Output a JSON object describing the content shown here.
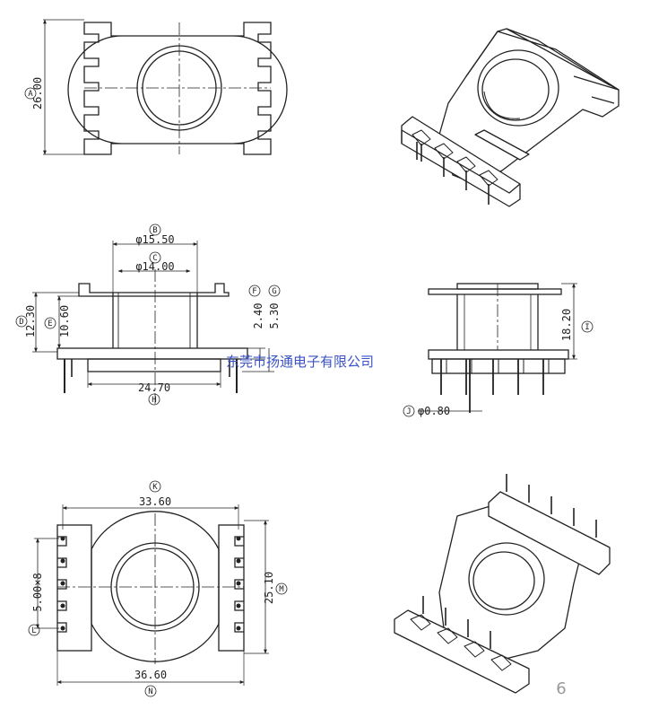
{
  "dims": {
    "A": "26.00",
    "B": "φ15.50",
    "C": "φ14.00",
    "D": "12.30",
    "E": "10.60",
    "F": "2.40",
    "G": "5.30",
    "H": "24.70",
    "I": "18.20",
    "J": "φ0.80",
    "K": "33.60",
    "L": "5.00×8",
    "M": "25.10",
    "N": "36.60"
  },
  "tags": {
    "A": "A",
    "B": "B",
    "C": "C",
    "D": "D",
    "E": "E",
    "F": "F",
    "G": "G",
    "H": "H",
    "I": "I",
    "J": "J",
    "K": "K",
    "L": "L",
    "M": "M",
    "N": "N"
  },
  "watermark": "东莞市扬通电子有限公司",
  "page_number": "6"
}
